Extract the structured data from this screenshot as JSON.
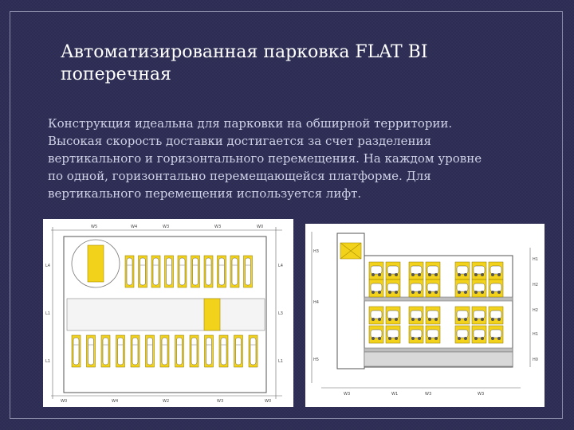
{
  "title_lines": [
    "Автоматизированная парковка FLAT BI",
    "поперечная"
  ],
  "body_lines": [
    "Конструкция идеальна для парковки на обширной территории.",
    "Высокая скорость доставки достигается за счет разделения",
    "вертикального и горизонтального перемещения. На каждом уровне",
    "по одной, горизонтально перемещающейся платформе. Для",
    "вертикального перемещения используется лифт."
  ],
  "colors": {
    "background": "#2c2c54",
    "title": "#ffffff",
    "body": "#cfd0e6",
    "platform_yellow": "#f2d21a",
    "drawing_line": "#555555"
  },
  "plan_drawing": {
    "top_labels": [
      "W5",
      "W4",
      "W3",
      "W3",
      "W0"
    ],
    "bottom_labels": [
      "W0",
      "W4",
      "W2",
      "W3",
      "W0"
    ],
    "left_labels": [
      "L4",
      "L1",
      "L1"
    ],
    "right_labels": [
      "L4",
      "L3",
      "L1"
    ]
  },
  "section_drawing": {
    "left_labels": [
      "H3",
      "H4",
      "H5"
    ],
    "right_labels": [
      "H1",
      "H2",
      "H2",
      "H1",
      "H0"
    ],
    "bottom_labels": [
      "W3",
      "W1",
      "W3",
      "W3"
    ]
  }
}
